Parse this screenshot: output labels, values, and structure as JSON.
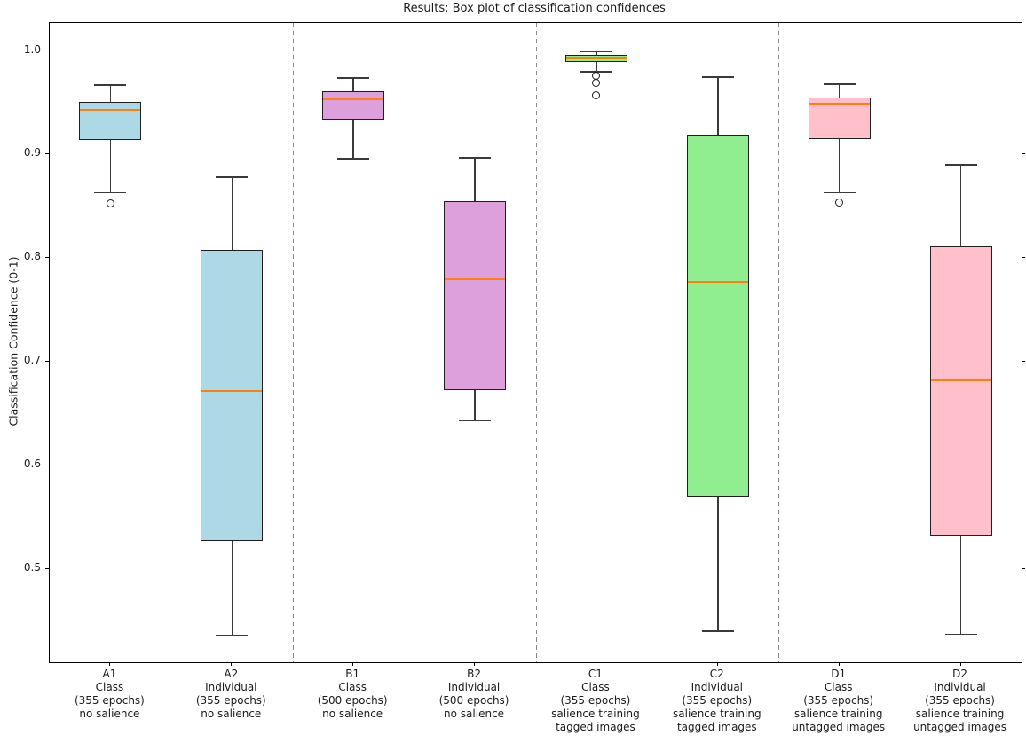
{
  "figure": {
    "title": "Results: Box plot of classification confidences",
    "ylabel": "Classification Confidence (0-1)"
  },
  "chart_data": {
    "type": "boxplot",
    "title": "Results: Box plot of classification confidences",
    "xlabel": "",
    "ylabel": "Classification Confidence (0-1)",
    "ylim": [
      0.41,
      1.027
    ],
    "grid": false,
    "legend": "none",
    "median_color": "#ff7f0e",
    "yticks": [
      {
        "value": 1.0,
        "label": "1.0"
      },
      {
        "value": 0.9,
        "label": "0.9"
      },
      {
        "value": 0.8,
        "label": "0.8"
      },
      {
        "value": 0.7,
        "label": "0.7"
      },
      {
        "value": 0.6,
        "label": "0.6"
      },
      {
        "value": 0.5,
        "label": "0.5"
      }
    ],
    "group_separators_after_box": [
      2,
      4,
      6
    ],
    "boxes": [
      {
        "id": "A1",
        "label_lines": [
          "A1",
          "Class",
          "(355 epochs)",
          "no salience"
        ],
        "color": "#add8e6",
        "whisker_low": 0.863,
        "q1": 0.914,
        "median": 0.943,
        "q3": 0.951,
        "whisker_high": 0.967,
        "outliers": [
          0.853
        ]
      },
      {
        "id": "A2",
        "label_lines": [
          "A2",
          "Individual",
          "(355 epochs)",
          "no salience"
        ],
        "color": "#add8e6",
        "whisker_low": 0.436,
        "q1": 0.527,
        "median": 0.672,
        "q3": 0.808,
        "whisker_high": 0.878,
        "outliers": []
      },
      {
        "id": "B1",
        "label_lines": [
          "B1",
          "Class",
          "(500 epochs)",
          "no salience"
        ],
        "color": "#dda0dd",
        "whisker_low": 0.896,
        "q1": 0.934,
        "median": 0.953,
        "q3": 0.961,
        "whisker_high": 0.974,
        "outliers": []
      },
      {
        "id": "B2",
        "label_lines": [
          "B2",
          "Individual",
          "(500 epochs)",
          "no salience"
        ],
        "color": "#dda0dd",
        "whisker_low": 0.643,
        "q1": 0.673,
        "median": 0.78,
        "q3": 0.855,
        "whisker_high": 0.897,
        "outliers": []
      },
      {
        "id": "C1",
        "label_lines": [
          "C1",
          "Class",
          "(355 epochs)",
          "salience training",
          "tagged images"
        ],
        "color": "#90ee90",
        "whisker_low": 0.98,
        "q1": 0.989,
        "median": 0.994,
        "q3": 0.996,
        "whisker_high": 0.999,
        "outliers": [
          0.976,
          0.969,
          0.957
        ]
      },
      {
        "id": "C2",
        "label_lines": [
          "C2",
          "Individual",
          "(355 epochs)",
          "salience training",
          "tagged images"
        ],
        "color": "#90ee90",
        "whisker_low": 0.44,
        "q1": 0.57,
        "median": 0.777,
        "q3": 0.919,
        "whisker_high": 0.975,
        "outliers": []
      },
      {
        "id": "D1",
        "label_lines": [
          "D1",
          "Class",
          "(355 epochs)",
          "salience training",
          "untagged images"
        ],
        "color": "#ffc0cb",
        "whisker_low": 0.863,
        "q1": 0.915,
        "median": 0.949,
        "q3": 0.955,
        "whisker_high": 0.968,
        "outliers": [
          0.854
        ]
      },
      {
        "id": "D2",
        "label_lines": [
          "D2",
          "Individual",
          "(355 epochs)",
          "salience training",
          "untagged images"
        ],
        "color": "#ffc0cb",
        "whisker_low": 0.437,
        "q1": 0.532,
        "median": 0.682,
        "q3": 0.811,
        "whisker_high": 0.89,
        "outliers": []
      }
    ]
  }
}
